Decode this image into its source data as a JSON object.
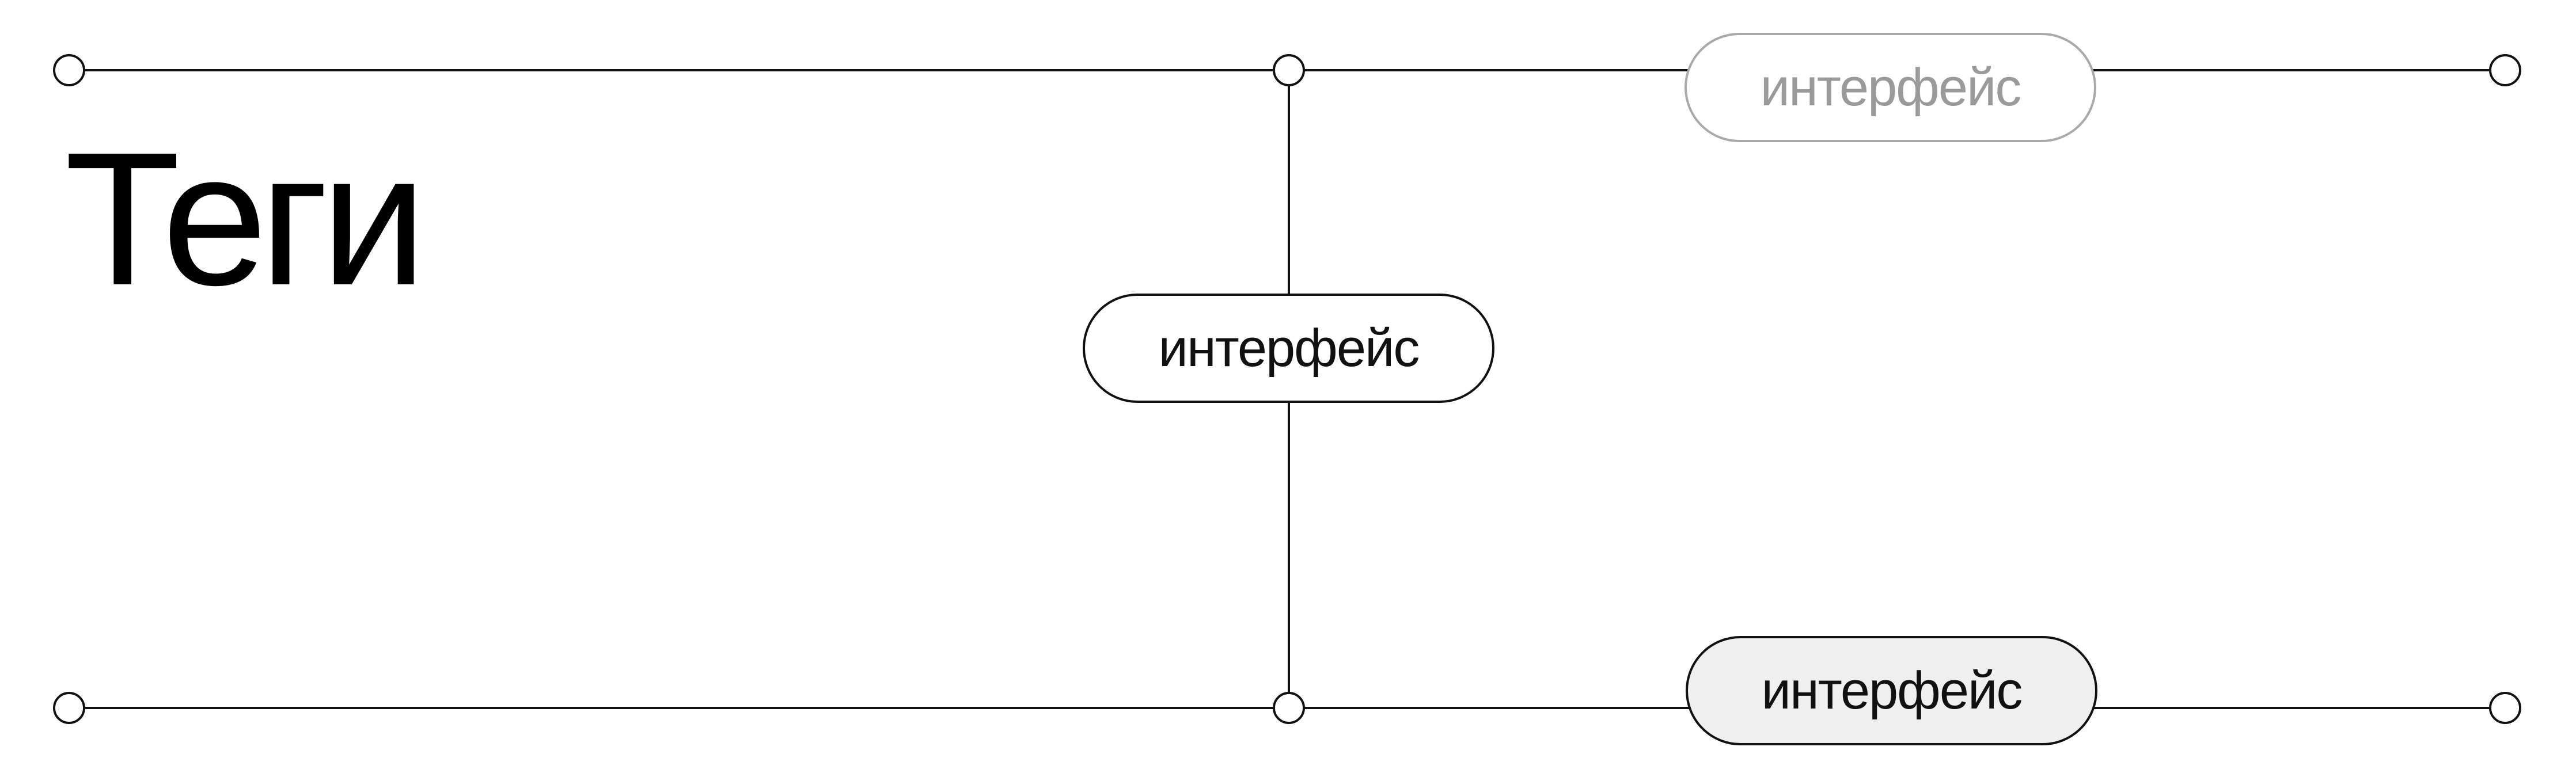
{
  "heading": {
    "title": "Теги"
  },
  "tags": {
    "disabled": {
      "label": "интерфейс"
    },
    "default": {
      "label": "интерфейс"
    },
    "selected": {
      "label": "интерфейс"
    }
  },
  "colors": {
    "line": "#111111",
    "disabled_text": "#9a9a9a",
    "disabled_border": "#a9a9a9",
    "selected_fill": "#efefef",
    "background": "#ffffff"
  }
}
